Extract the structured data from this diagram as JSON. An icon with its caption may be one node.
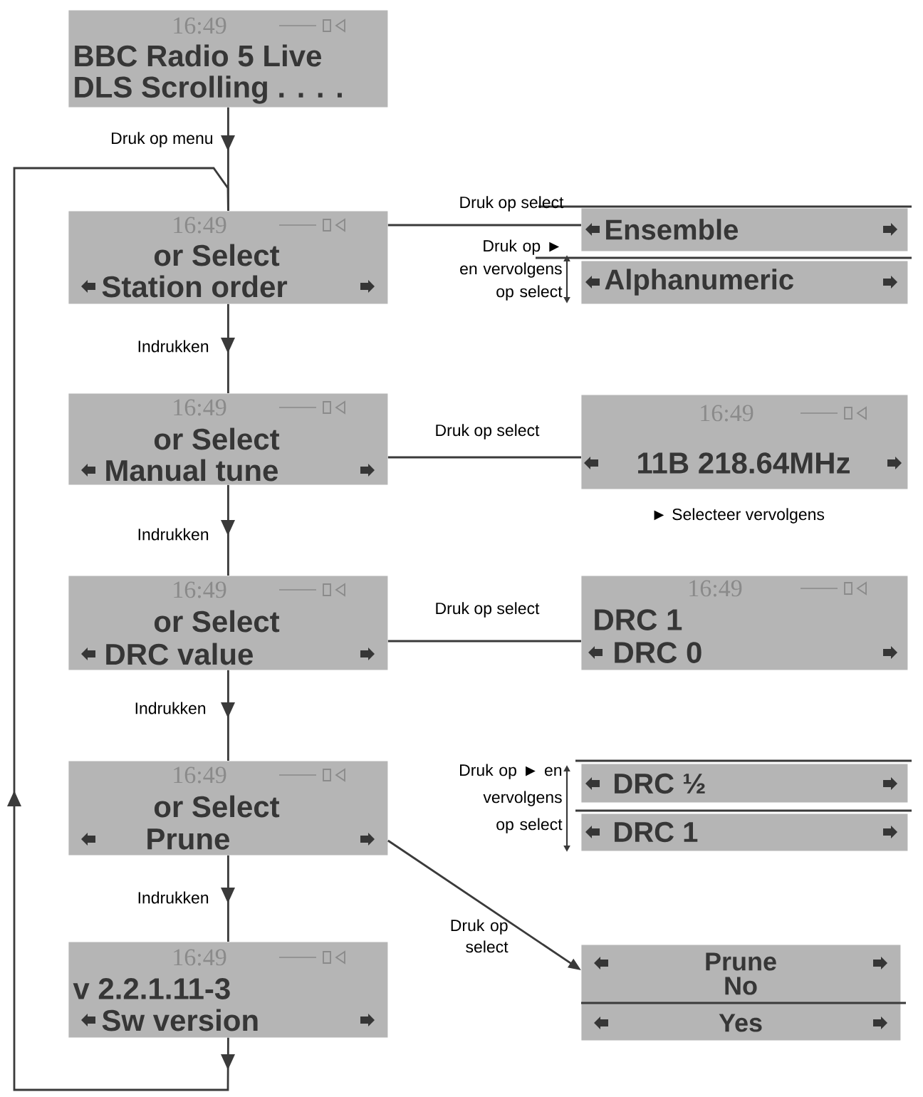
{
  "diagram": {
    "nodes": [
      {
        "text": [
          "16:49",
          "BBC Radio 5 Live",
          "DLS Scrolling . . . ."
        ]
      },
      {
        "text": [
          "16:49",
          "or Select",
          "Station order"
        ]
      },
      {
        "text": [
          "Ensemble"
        ]
      },
      {
        "text": [
          "Alphanumeric"
        ]
      },
      {
        "text": [
          "16:49",
          "or Select",
          "Manual tune"
        ]
      },
      {
        "text": [
          "16:49",
          "11B 218.64MHz"
        ],
        "beside": [
          "► Selecteer vervolgens"
        ]
      },
      {
        "text": [
          "16:49",
          "or Select",
          "DRC value"
        ]
      },
      {
        "text": [
          "16:49",
          "DRC 1",
          "DRC 0"
        ]
      },
      {
        "text": [
          "16:49",
          "or Select",
          "Prune"
        ]
      },
      {
        "text": [
          "DRC ½"
        ]
      },
      {
        "text": [
          "DRC 1"
        ]
      },
      {
        "text": [
          "16:49",
          "v 2.2.1.11-3",
          "Sw version"
        ]
      },
      {
        "text": [
          "Prune",
          "No",
          "Yes"
        ]
      }
    ],
    "edges": [
      {
        "from": 0,
        "to": 1,
        "arrow": "to",
        "label": "Druk op menu"
      },
      {
        "from": 1,
        "to": 2,
        "arrow": "none",
        "label": "Druk op select"
      },
      {
        "from": 1,
        "to": 4,
        "arrow": "to",
        "label": "Indrukken"
      },
      {
        "from": 4,
        "to": 5,
        "arrow": "none",
        "label": "Druk op select"
      },
      {
        "from": 4,
        "to": 6,
        "arrow": "to",
        "label": "Indrukken"
      },
      {
        "from": 6,
        "to": 7,
        "arrow": "none",
        "label": "Druk op select"
      },
      {
        "from": 6,
        "to": 8,
        "arrow": "to",
        "label": "Indrukken"
      },
      {
        "from": 8,
        "to": 12,
        "arrow": "to",
        "label": "Druk op select"
      },
      {
        "from": 8,
        "to": 11,
        "arrow": "to",
        "label": "Indrukken"
      },
      {
        "from": 11,
        "to": 1,
        "arrow": "to"
      }
    ],
    "labels": [
      "Druk op ► en vervolgens op select",
      "Druk op ► en vervolgens op select"
    ]
  }
}
